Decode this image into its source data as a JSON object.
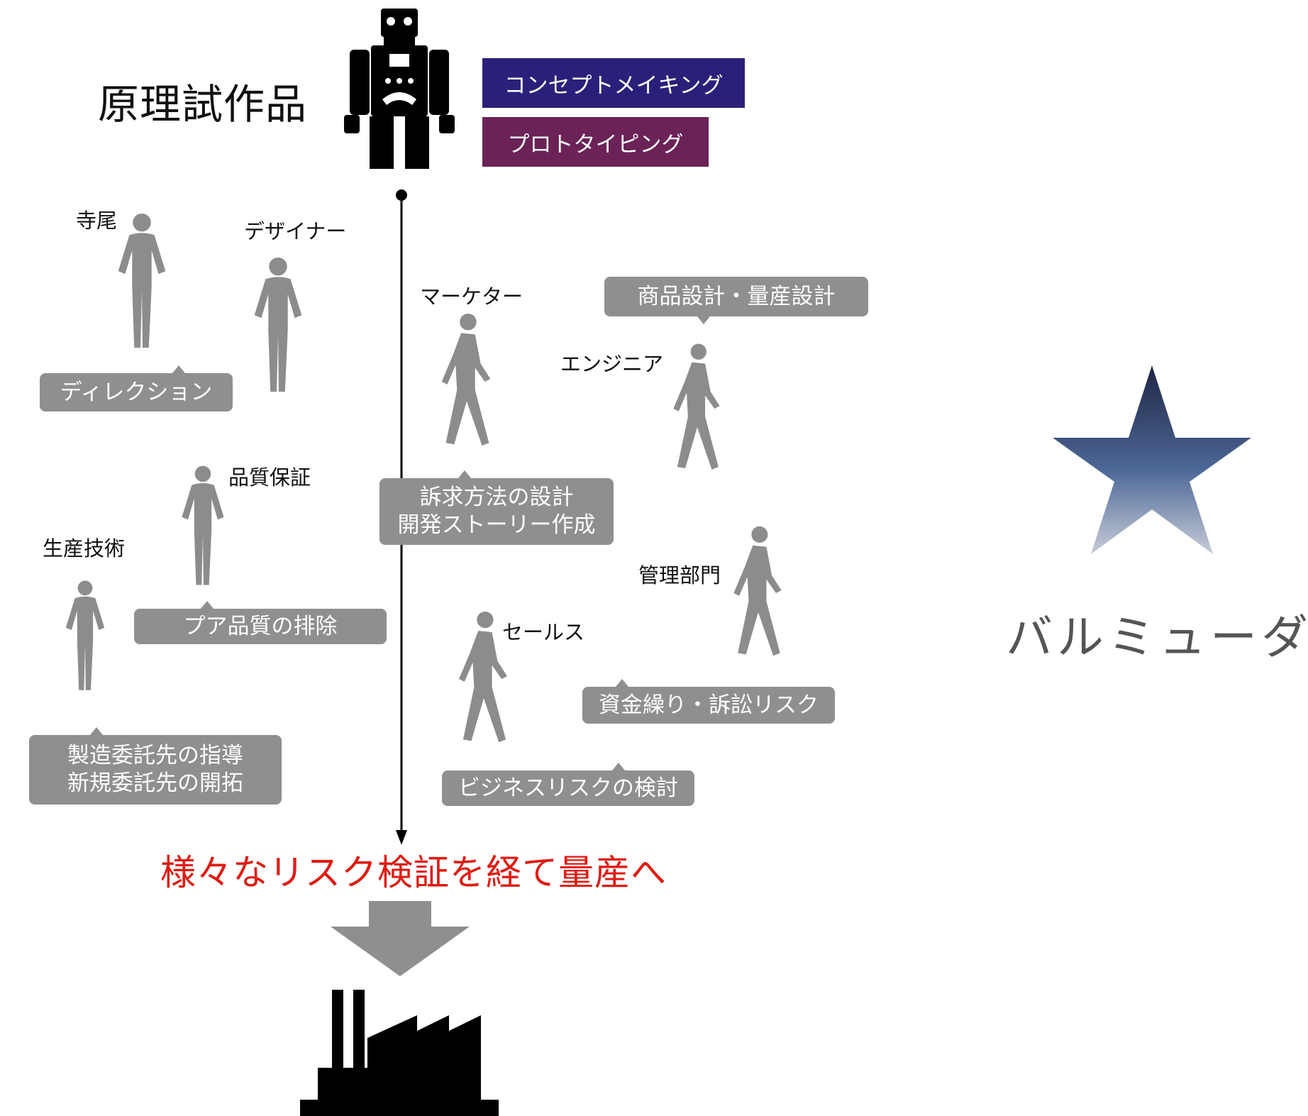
{
  "title": "原理試作品",
  "tags": {
    "concept": "コンセプトメイキング",
    "prototype": "プロトタイピング"
  },
  "roles": [
    {
      "name": "寺尾",
      "task": "ディレクション"
    },
    {
      "name": "デザイナー",
      "task": ""
    },
    {
      "name": "品質保証",
      "task": "プア品質の排除"
    },
    {
      "name": "生産技術",
      "task_lines": [
        "製造委託先の指導",
        "新規委託先の開拓"
      ]
    },
    {
      "name": "マーケター",
      "task_lines": [
        "訴求方法の設計",
        "開発ストーリー作成"
      ]
    },
    {
      "name": "エンジニア",
      "task": "商品設計・量産設計"
    },
    {
      "name": "管理部門",
      "task": "資金繰り・訴訟リスク"
    },
    {
      "name": "セールス",
      "task": "ビジネスリスクの検討"
    }
  ],
  "message": "様々なリスク検証を経て量産へ",
  "brand": "バルミューダ",
  "colors": {
    "concept": "#2a207a",
    "prototype": "#6b2256",
    "bubble": "#8f8f8f",
    "message": "#e01b12",
    "star_top": "#1f2744",
    "star_bottom": "#c7ccd8"
  },
  "icons": [
    "robot-icon",
    "person-icon",
    "star-icon",
    "factory-icon",
    "down-arrow-icon"
  ]
}
